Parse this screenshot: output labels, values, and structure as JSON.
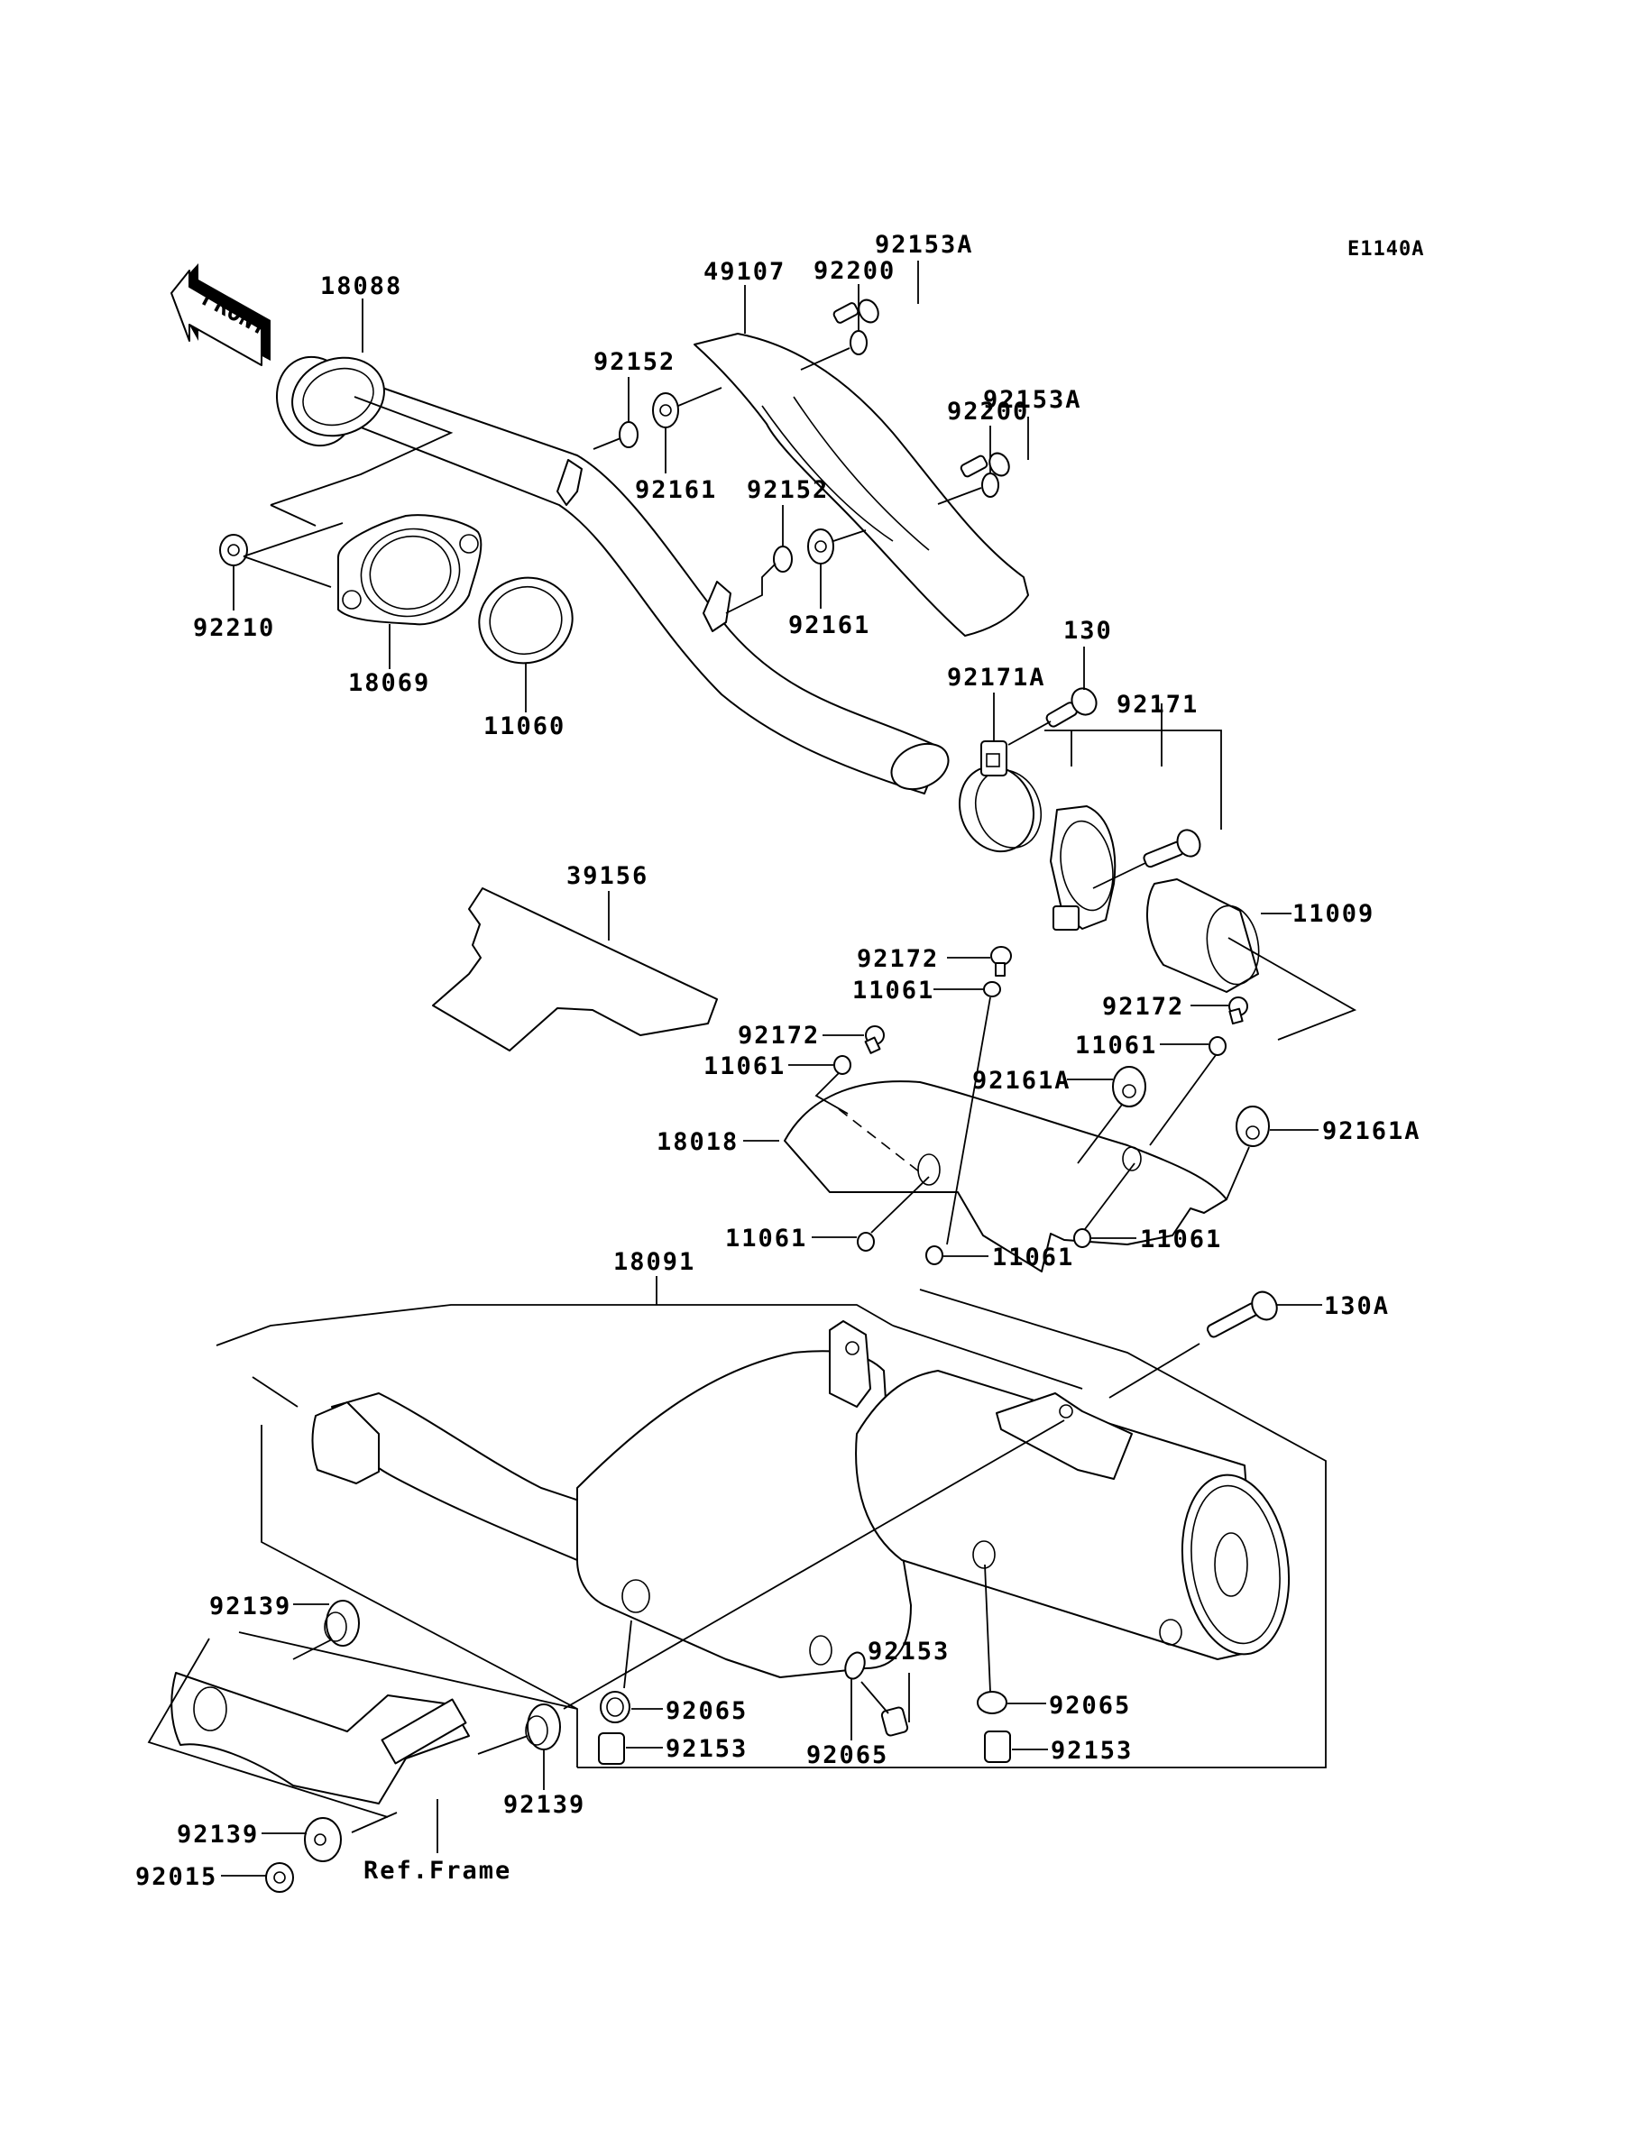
{
  "diagram": {
    "figure_code": "E1140A",
    "front_arrow_label": "FRONT",
    "ref_frame_label": "Ref.Frame",
    "parts": {
      "p18088": "18088",
      "p49107": "49107",
      "p92200a": "92200",
      "p92153Aa": "92153A",
      "p92152a": "92152",
      "p92161a": "92161",
      "p92200b": "92200",
      "p92153Ab": "92153A",
      "p92152b": "92152",
      "p92161b": "92161",
      "p92210": "92210",
      "p18069": "18069",
      "p11060": "11060",
      "p130": "130",
      "p92171A": "92171A",
      "p92171": "92171",
      "p11009": "11009",
      "p39156": "39156",
      "p92172a": "92172",
      "p11061a": "11061",
      "p92172b": "92172",
      "p11061b": "11061",
      "p92172c": "92172",
      "p11061c": "11061",
      "p92161Aa": "92161A",
      "p92161Ab": "92161A",
      "p18018": "18018",
      "p11061d": "11061",
      "p11061e": "11061",
      "p11061f": "11061",
      "p18091": "18091",
      "p130A": "130A",
      "p92139a": "92139",
      "p92139b": "92139",
      "p92139c": "92139",
      "p92015": "92015",
      "p92065a": "92065",
      "p92153a": "92153",
      "p92065b": "92065",
      "p92153b": "92153",
      "p92065c": "92065",
      "p92153c": "92153"
    }
  }
}
